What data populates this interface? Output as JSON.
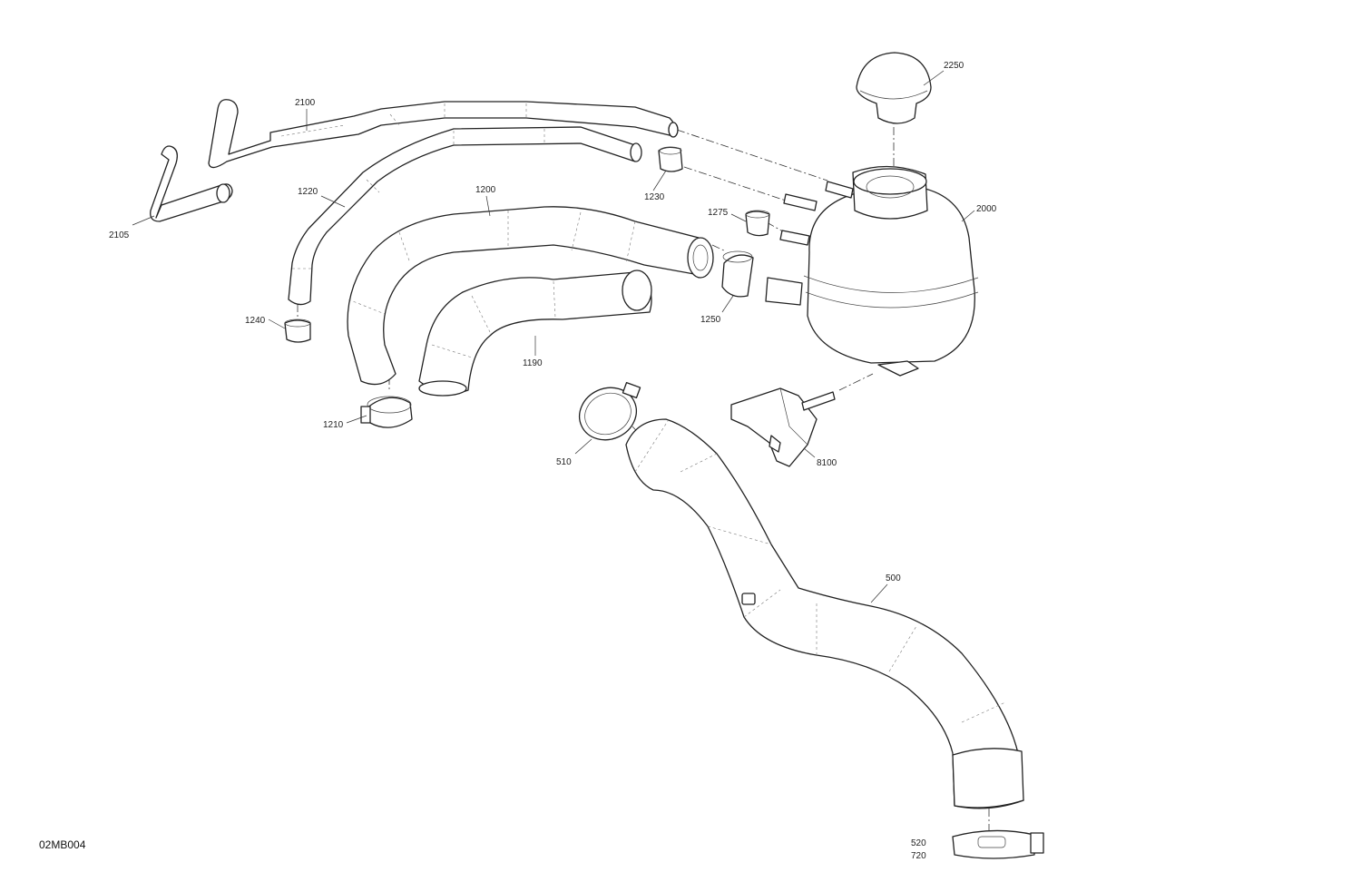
{
  "diagram_code": "02MB004",
  "callouts": {
    "c2250": "2250",
    "c2100": "2100",
    "c2105": "2105",
    "c1220": "1220",
    "c1200": "1200",
    "c1230": "1230",
    "c1275": "1275",
    "c2000": "2000",
    "c1250": "1250",
    "c1240": "1240",
    "c1190": "1190",
    "c1210": "1210",
    "c510": "510",
    "c8100": "8100",
    "c500": "500",
    "c520": "520",
    "c720": "720"
  }
}
